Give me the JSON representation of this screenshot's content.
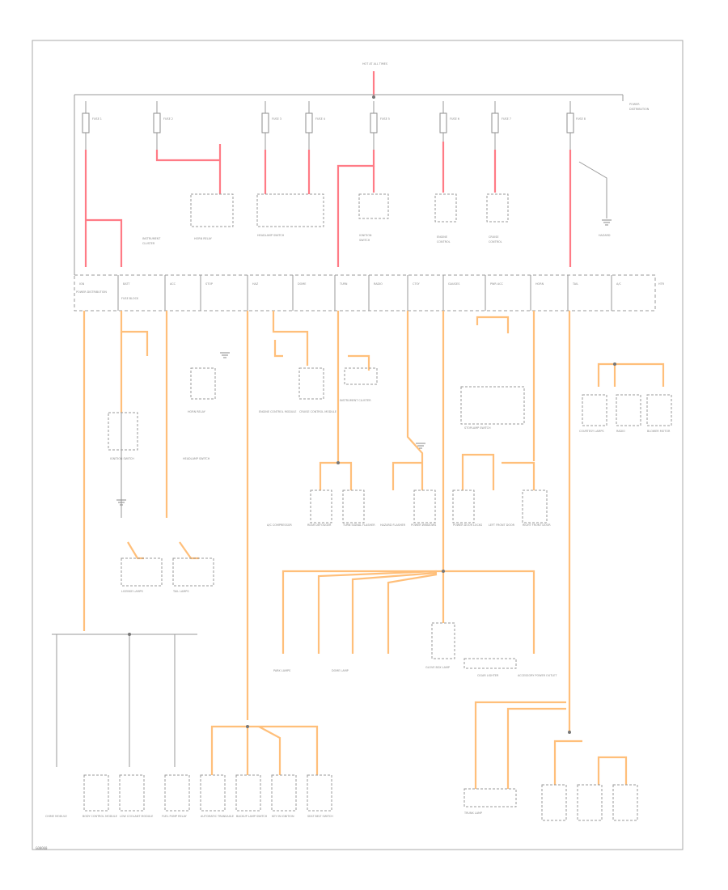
{
  "diagram": {
    "source_label": "HOT AT ALL TIMES",
    "footer_code": "G08060",
    "fuse_labels": [
      "IGN",
      "BATT",
      "ACC",
      "STOP",
      "HAZ",
      "DOME",
      "TURN",
      "RADIO",
      "CTSY",
      "GAUGES",
      "PWR ACC",
      "HORN",
      "TAIL",
      "A/C",
      "HTR"
    ],
    "components": [
      "POWER DISTRIBUTION",
      "FUSE BLOCK",
      "IGNITION SWITCH",
      "HEADLAMP SWITCH",
      "HORN RELAY",
      "ENGINE CONTROL MODULE",
      "CRUISE CONTROL MODULE",
      "INSTRUMENT CLUSTER",
      "STOPLAMP SWITCH",
      "COURTESY LAMPS",
      "RADIO",
      "BLOWER MOTOR",
      "A/C COMPRESSOR",
      "REAR DEFOGGER",
      "TURN SIGNAL FLASHER",
      "HAZARD FLASHER",
      "POWER WINDOWS",
      "POWER DOOR LOCKS",
      "LEFT FRONT DOOR",
      "RIGHT FRONT DOOR",
      "LICENSE LAMPS",
      "TAIL LAMPS",
      "PARK LAMPS",
      "DOME LAMP",
      "GLOVE BOX LAMP",
      "CIGAR LIGHTER",
      "ACCESSORY POWER OUTLET",
      "CHIME MODULE",
      "BODY CONTROL MODULE",
      "LOW COOLANT MODULE",
      "FUEL PUMP RELAY",
      "AUTOMATIC TRANSAXLE",
      "BACKUP LAMP SWITCH",
      "KEY IN IGNITION",
      "SEAT BELT SWITCH",
      "TRUNK LAMP"
    ]
  }
}
